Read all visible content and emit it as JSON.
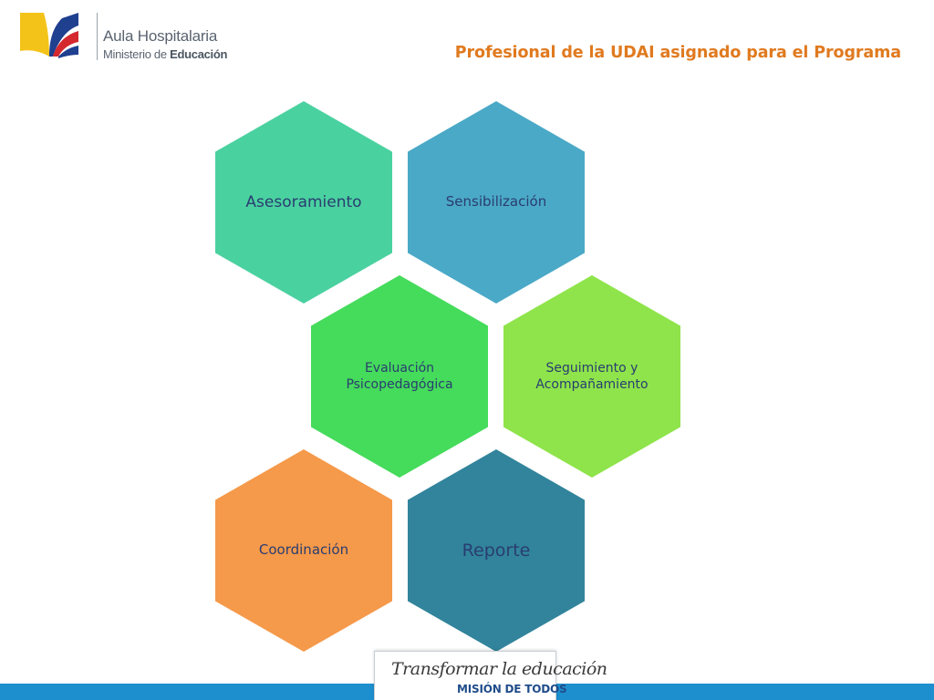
{
  "header": {
    "logo_line1": "Aula Hospitalaria",
    "logo_line2_prefix": "Ministerio de ",
    "logo_line2_bold": "Educación",
    "title": "Profesional de la UDAI asignado para el Programa"
  },
  "diagram": {
    "nodes": [
      {
        "id": "asesoramiento",
        "label": "Asesoramiento",
        "color": "#4ad1a0"
      },
      {
        "id": "sensibilizacion",
        "label": "Sensibilización",
        "color": "#4aa9c6"
      },
      {
        "id": "evaluacion",
        "label": "Evaluación\nPsicopedagógica",
        "color": "#45db5b"
      },
      {
        "id": "seguimiento",
        "label": "Seguimiento y\nAcompañamiento",
        "color": "#8ee44a"
      },
      {
        "id": "coordinacion",
        "label": "Coordinación",
        "color": "#f5994a"
      },
      {
        "id": "reporte",
        "label": "Reporte",
        "color": "#31849b"
      }
    ]
  },
  "footer": {
    "line1": "Transformar la educación",
    "line2": "MISIÓN DE TODOS",
    "bar_color": "#1e8fce"
  }
}
